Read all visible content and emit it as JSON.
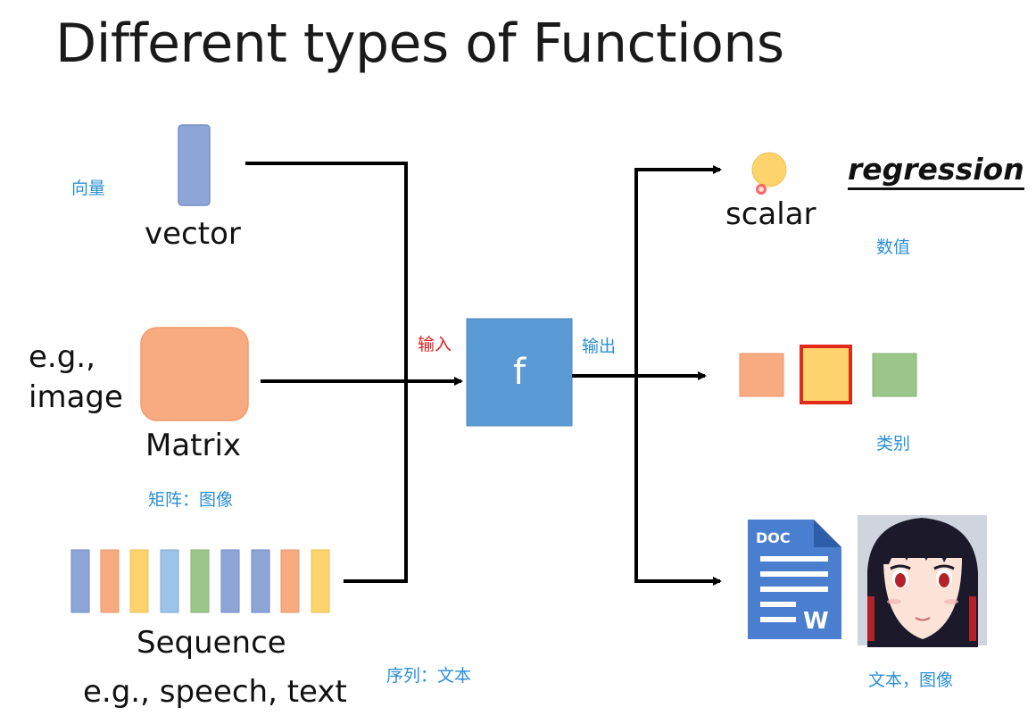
{
  "title": "Different types of Functions",
  "inputs": {
    "vector": {
      "label": "vector",
      "annotation": "向量"
    },
    "matrix": {
      "prefix": "e.g., image",
      "prefix_line1": "e.g.,",
      "prefix_line2": "image",
      "label": "Matrix",
      "annotation": "矩阵：图像"
    },
    "sequence": {
      "label": "Sequence",
      "examples": "e.g., speech, text",
      "annotation": "序列：文本"
    }
  },
  "function_box": {
    "label": "f",
    "input_annotation": "输入",
    "output_annotation": "输出"
  },
  "outputs": {
    "scalar": {
      "label": "scalar",
      "task": "regression",
      "annotation": "数值"
    },
    "classes": {
      "annotation": "类别"
    },
    "structured": {
      "doc_label": "DOC",
      "doc_mark": "W",
      "annotation": "文本，图像"
    }
  },
  "colors": {
    "vector_fill": "#8ea5d8",
    "matrix_fill": "#f8ab80",
    "f_box": "#5b9bd5",
    "scalar_dot": "#fdd36e",
    "highlight": "#e02a1a",
    "class_orange": "#f8ab80",
    "class_yellow": "#fdd36e",
    "class_green": "#9bc68a",
    "doc_blue": "#4a7fcf"
  },
  "icons": [
    "doc-file-icon",
    "anime-portrait-icon"
  ]
}
